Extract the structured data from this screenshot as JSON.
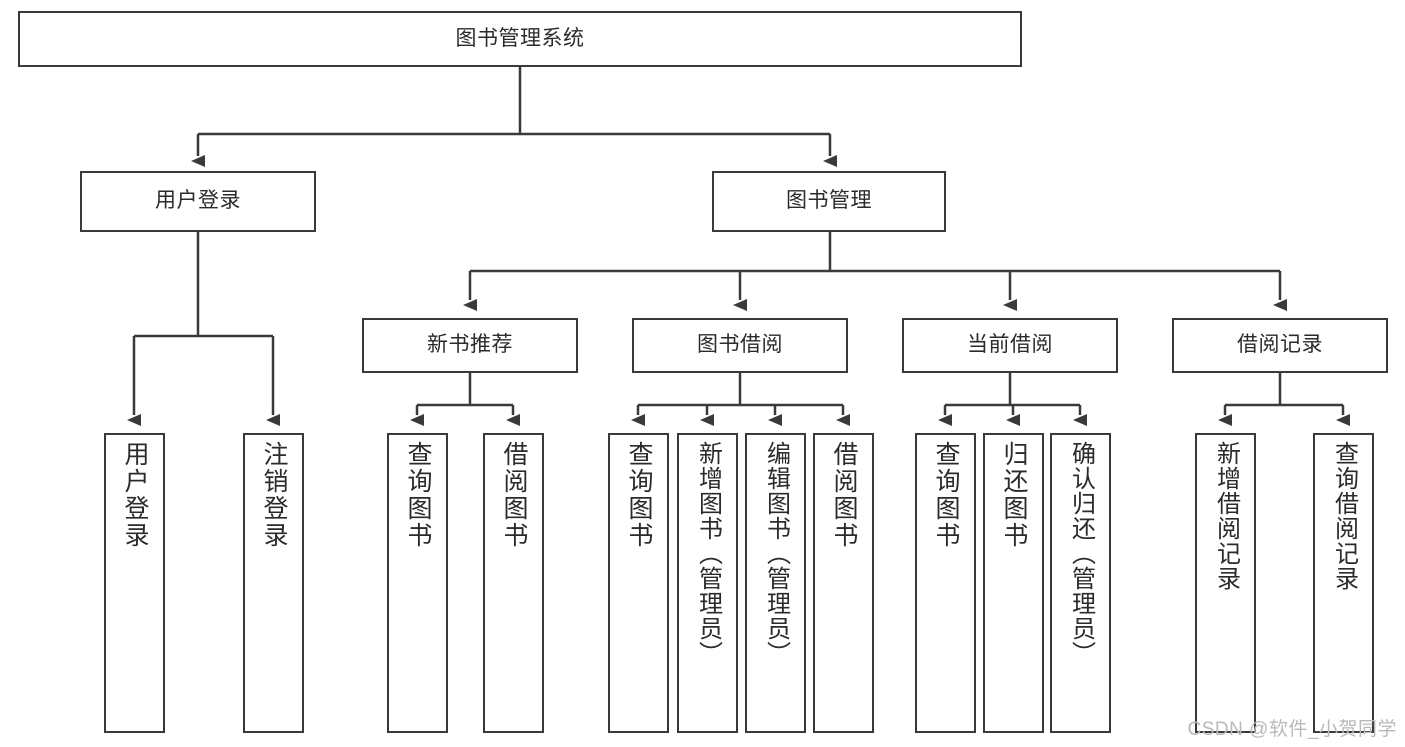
{
  "diagram": {
    "title": "图书管理系统",
    "watermark": "CSDN @软件_小贺同学",
    "colors": {
      "line": "#3a3a3a",
      "box_border": "#3a3a3a",
      "box_fill": "#ffffff",
      "text": "#2b2b2b",
      "watermark": "#b9b9b9",
      "background": "#ffffff"
    },
    "root": {
      "label": "图书管理系统"
    },
    "level2": [
      {
        "label": "用户登录"
      },
      {
        "label": "图书管理"
      }
    ],
    "level3": [
      {
        "label": "新书推荐"
      },
      {
        "label": "图书借阅"
      },
      {
        "label": "当前借阅"
      },
      {
        "label": "借阅记录"
      }
    ],
    "leaves": {
      "user_login": [
        {
          "label": "用户登录"
        },
        {
          "label": "注销登录"
        }
      ],
      "new_book_recommend": [
        {
          "label": "查询图书"
        },
        {
          "label": "借阅图书"
        }
      ],
      "book_borrow": [
        {
          "label": "查询图书"
        },
        {
          "label": "新增图书（管理员）"
        },
        {
          "label": "编辑图书（管理员）"
        },
        {
          "label": "借阅图书"
        }
      ],
      "current_borrow": [
        {
          "label": "查询图书"
        },
        {
          "label": "归还图书"
        },
        {
          "label": "确认归还（管理员）"
        }
      ],
      "borrow_record": [
        {
          "label": "新增借阅记录"
        },
        {
          "label": "查询借阅记录"
        }
      ]
    }
  }
}
